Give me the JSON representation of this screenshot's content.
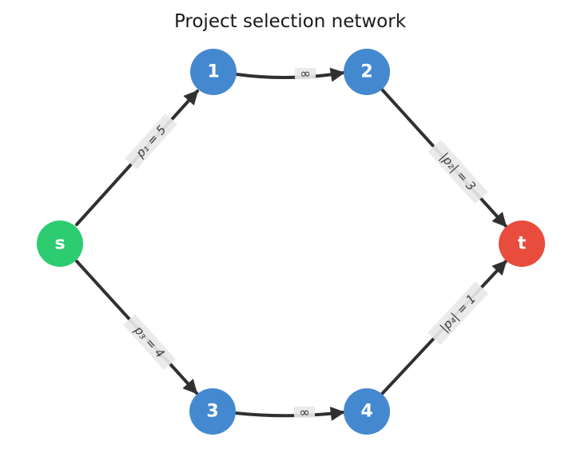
{
  "title": "Project selection network",
  "colors": {
    "source_node": "#2ecc71",
    "project_node": "#4489cf",
    "sink_node": "#e74c3c",
    "edge": "#303030",
    "edge_label_bg": "#e8e8e8",
    "node_label_text": "#ffffff",
    "title_text": "#1a1a1a"
  },
  "nodes": {
    "s": {
      "label": "s"
    },
    "n1": {
      "label": "1"
    },
    "n2": {
      "label": "2"
    },
    "n3": {
      "label": "3"
    },
    "n4": {
      "label": "4"
    },
    "t": {
      "label": "t"
    }
  },
  "edges": {
    "s_to_1": {
      "from": "s",
      "to": "1",
      "label": "p₁ = 5"
    },
    "n1_to_n2": {
      "from": "1",
      "to": "2",
      "label": "∞"
    },
    "n2_to_t": {
      "from": "2",
      "to": "t",
      "label": "|p₂| = 3"
    },
    "s_to_3": {
      "from": "s",
      "to": "3",
      "label": "p₃ = 4"
    },
    "n3_to_n4": {
      "from": "3",
      "to": "4",
      "label": "∞"
    },
    "n4_to_t": {
      "from": "4",
      "to": "t",
      "label": "|p₄| = 1"
    }
  }
}
